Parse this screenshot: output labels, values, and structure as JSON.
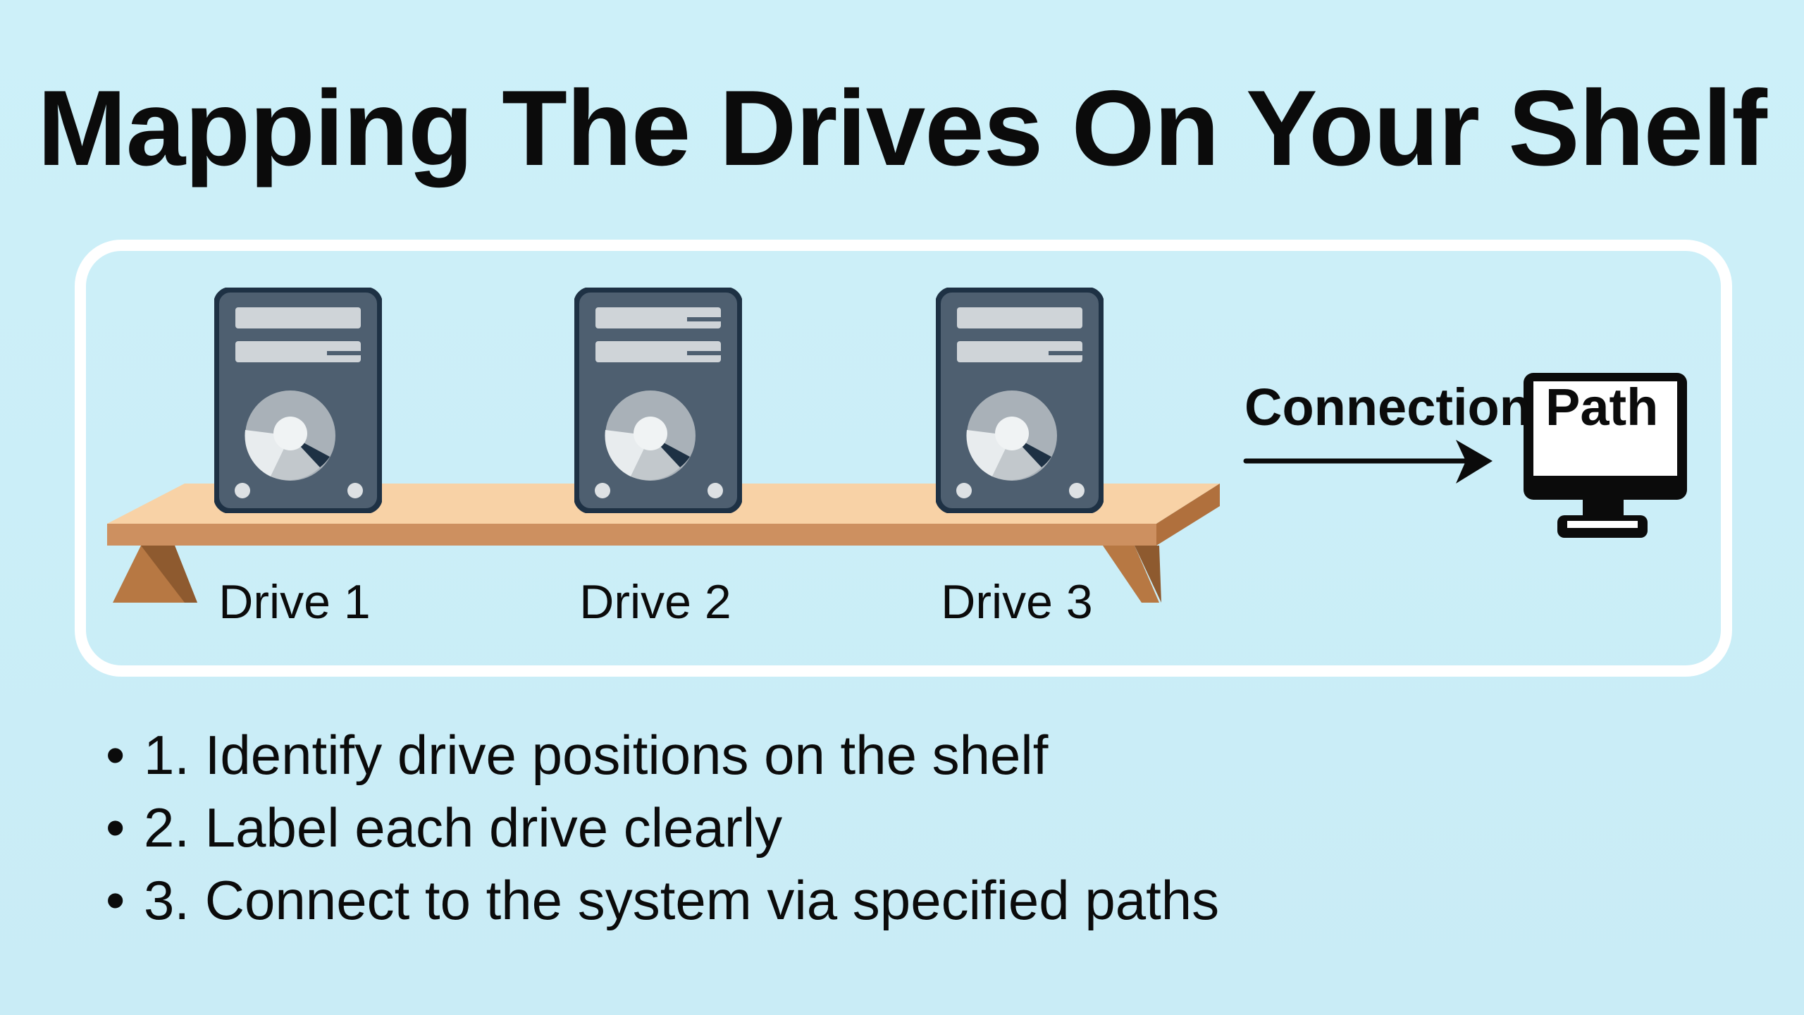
{
  "title": "Mapping The Drives On Your Shelf",
  "drives": [
    {
      "label": "Drive 1"
    },
    {
      "label": "Drive 2"
    },
    {
      "label": "Drive 3"
    }
  ],
  "connection": {
    "label": "Connection",
    "target_label": "Path"
  },
  "steps": [
    "1. Identify drive positions on the shelf",
    "2. Label each drive clearly",
    "3. Connect to the system via specified paths"
  ],
  "colors": {
    "background": "#cdf0f9",
    "drive_body": "#4e5f70",
    "drive_border": "#1e3144",
    "shelf_top": "#f8d2a6",
    "shelf_front": "#c98b5a"
  }
}
